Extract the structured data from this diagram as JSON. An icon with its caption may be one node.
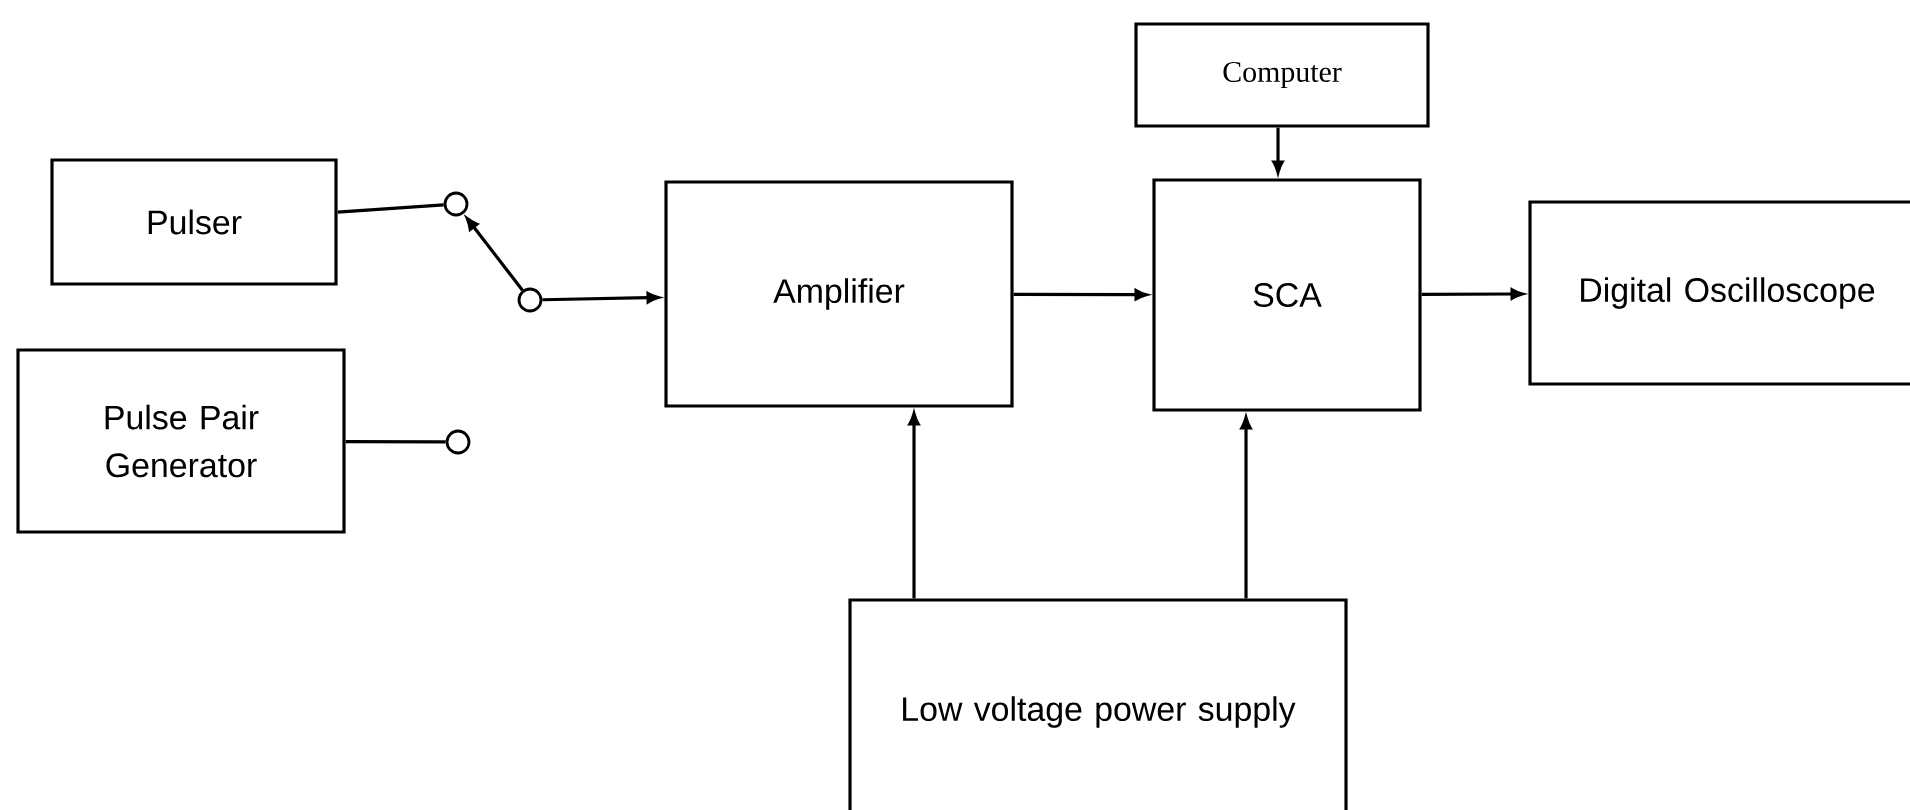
{
  "diagram": {
    "nodes": [
      {
        "text": [
          "Pulser"
        ]
      },
      {
        "text": [
          "Pulse Pair Generator"
        ]
      },
      {
        "text": [],
        "shape": "circle"
      },
      {
        "text": [],
        "shape": "circle"
      },
      {
        "text": [],
        "shape": "circle"
      },
      {
        "text": [
          "Amplifier"
        ]
      },
      {
        "text": [
          "Computer"
        ]
      },
      {
        "text": [
          "SCA"
        ]
      },
      {
        "text": [
          "Digital Oscilloscope"
        ]
      },
      {
        "text": [
          "Low voltage power supply"
        ]
      }
    ],
    "edges": [
      {
        "from": 0,
        "to": 2,
        "arrow": "none"
      },
      {
        "from": 1,
        "to": 4,
        "arrow": "none"
      },
      {
        "from": 3,
        "to": 2,
        "arrow": "to"
      },
      {
        "from": 3,
        "to": 5,
        "arrow": "to"
      },
      {
        "from": 5,
        "to": 7,
        "arrow": "to"
      },
      {
        "from": 6,
        "to": 7,
        "arrow": "to"
      },
      {
        "from": 7,
        "to": 8,
        "arrow": "to"
      },
      {
        "from": 9,
        "to": 5,
        "arrow": "to"
      },
      {
        "from": 9,
        "to": 7,
        "arrow": "to"
      }
    ]
  }
}
